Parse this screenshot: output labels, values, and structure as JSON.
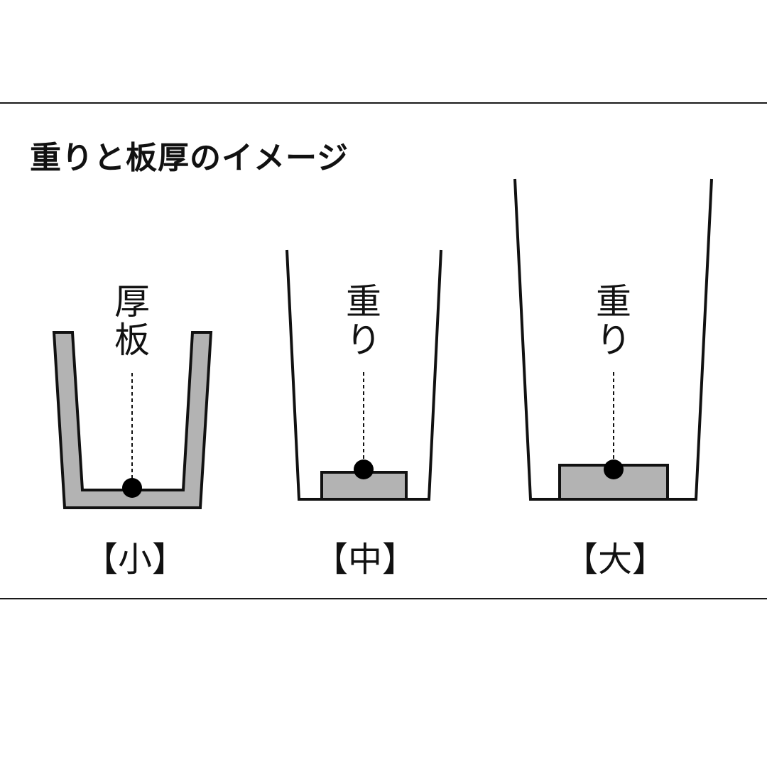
{
  "title": "重りと板厚のイメージ",
  "colors": {
    "fill_gray": "#b3b3b3",
    "stroke": "#111111",
    "background": "#ffffff"
  },
  "panels": [
    {
      "id": "small",
      "top_label_line1": "厚",
      "top_label_line2": "板",
      "size_label": "【小】",
      "description": "thick-walled container, center of gravity at bottom"
    },
    {
      "id": "medium",
      "top_label_line1": "重",
      "top_label_line2": "り",
      "size_label": "【中】",
      "description": "thin-walled container with medium weight block"
    },
    {
      "id": "large",
      "top_label_line1": "重",
      "top_label_line2": "り",
      "size_label": "【大】",
      "description": "tall thin-walled container with larger weight block"
    }
  ]
}
